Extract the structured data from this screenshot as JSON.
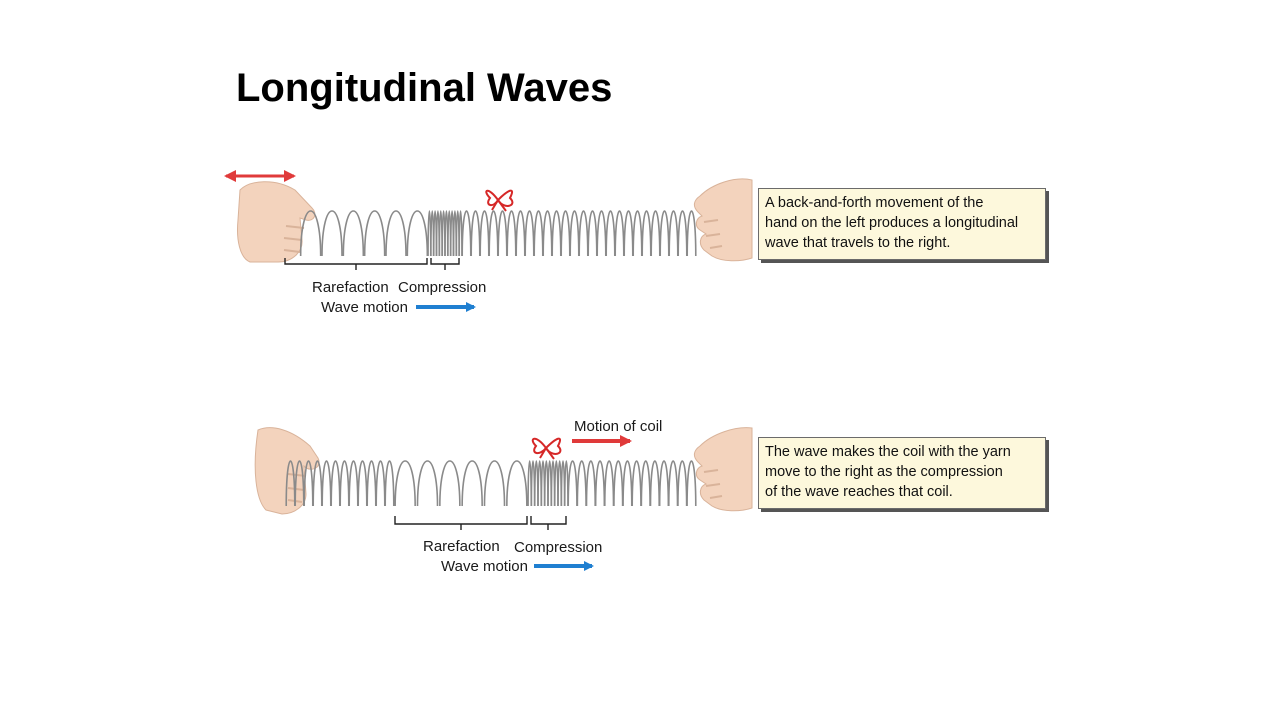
{
  "title": "Longitudinal Waves",
  "panels": [
    {
      "caption_lines": [
        "A back-and-forth movement of the",
        "hand on the left produces a longitudinal",
        "wave that travels to the right."
      ],
      "rarefaction_label": "Rarefaction",
      "compression_label": "Compression",
      "wave_motion_label": "Wave motion"
    },
    {
      "caption_lines": [
        "The wave makes the coil with the yarn",
        "move to the right as the compression",
        "of the wave reaches that coil."
      ],
      "rarefaction_label": "Rarefaction",
      "compression_label": "Compression",
      "wave_motion_label": "Wave motion",
      "coil_motion_label": "Motion of coil"
    }
  ],
  "colors": {
    "red_arrow": "#e03a3a",
    "blue_arrow": "#1f7fd1",
    "coil": "#8a8a8a",
    "yarn": "#d62828",
    "skin": "#f3d3bd",
    "caption_bg": "#fdf8dc"
  }
}
